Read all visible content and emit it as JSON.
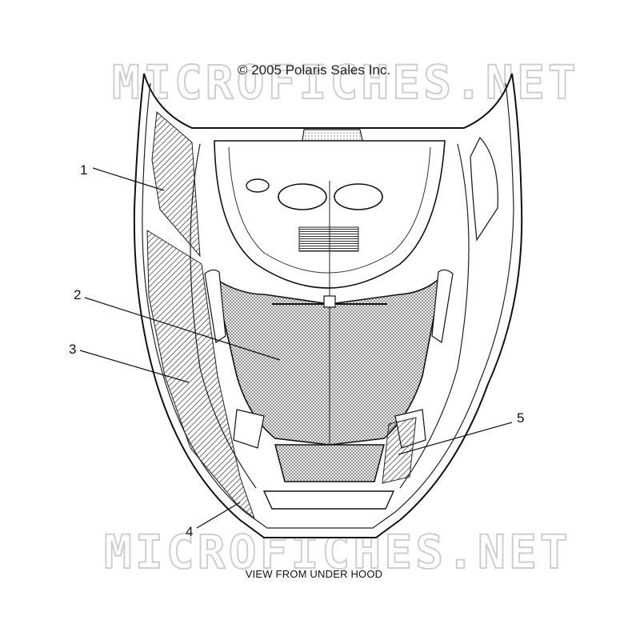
{
  "header": {
    "copyright": "© 2005 Polaris Sales Inc."
  },
  "watermarks": [
    "MICROFICHES.NET",
    "MICROFICHES.NET"
  ],
  "callouts": [
    "1",
    "2",
    "3",
    "4",
    "5"
  ],
  "footer": {
    "caption": "VIEW FROM UNDER HOOD"
  }
}
